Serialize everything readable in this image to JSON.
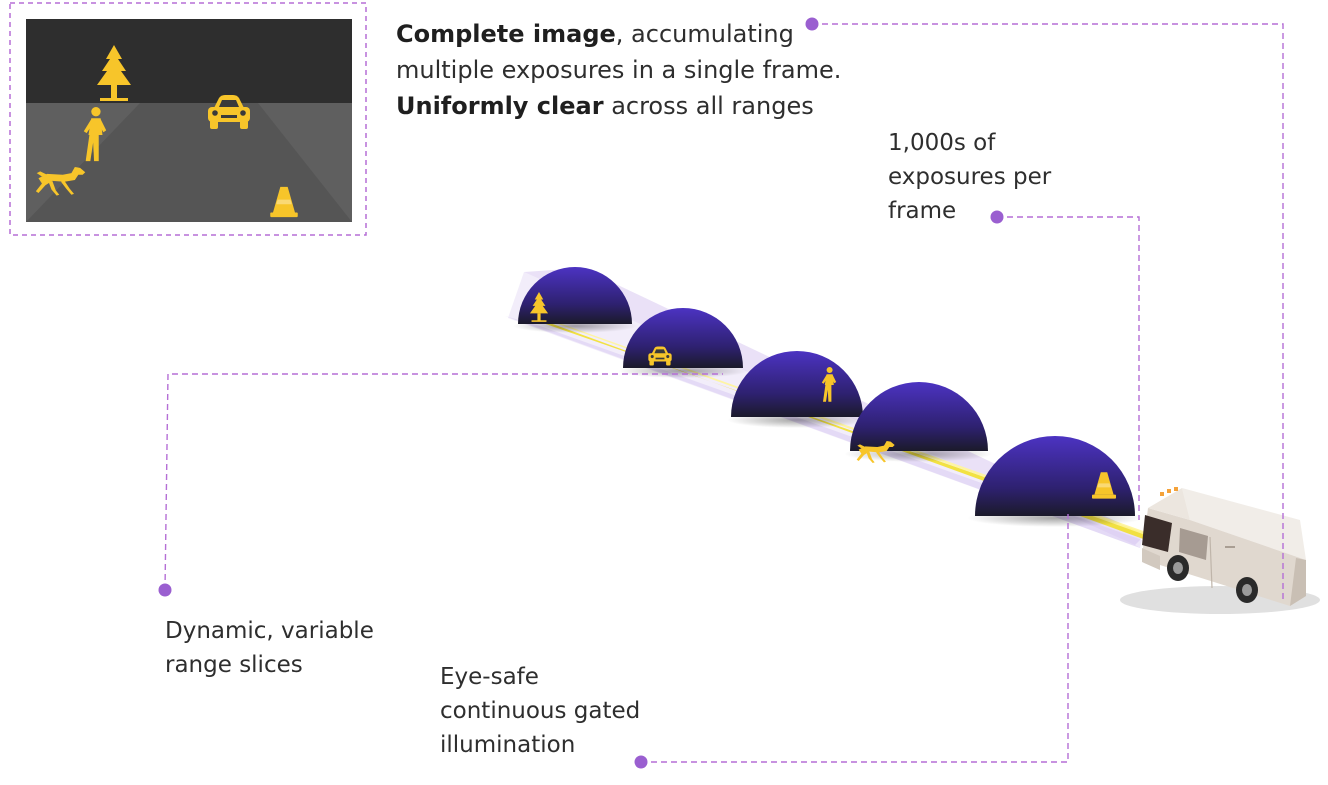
{
  "headline": {
    "line1_bold": "Complete image",
    "line1_rest": ", accumulating",
    "line2": "multiple exposures in a single frame.",
    "line3_bold": "Uniformly clear",
    "line3_rest": " across all ranges"
  },
  "labels": {
    "exposures_line1": "1,000s of",
    "exposures_line2": "exposures per",
    "exposures_line3": "frame",
    "slices_line1": "Dynamic, variable",
    "slices_line2": "range slices",
    "illum_line1": "Eye-safe",
    "illum_line2": "continuous gated",
    "illum_line3": "illumination"
  },
  "icons": [
    "tree-icon",
    "car-icon",
    "runner-icon",
    "dog-icon",
    "cone-icon",
    "van-icon"
  ],
  "colors": {
    "accent_purple": "#9a5fd0",
    "callout_dash": "#b56fd6",
    "dome": "#4a2fb5",
    "object_yellow": "#f7c52a",
    "beam_yellow": "#f7e23a",
    "beam_lavender": "#d8c8f0",
    "scene_sky": "#2e2e2e",
    "scene_road": "#555555"
  }
}
